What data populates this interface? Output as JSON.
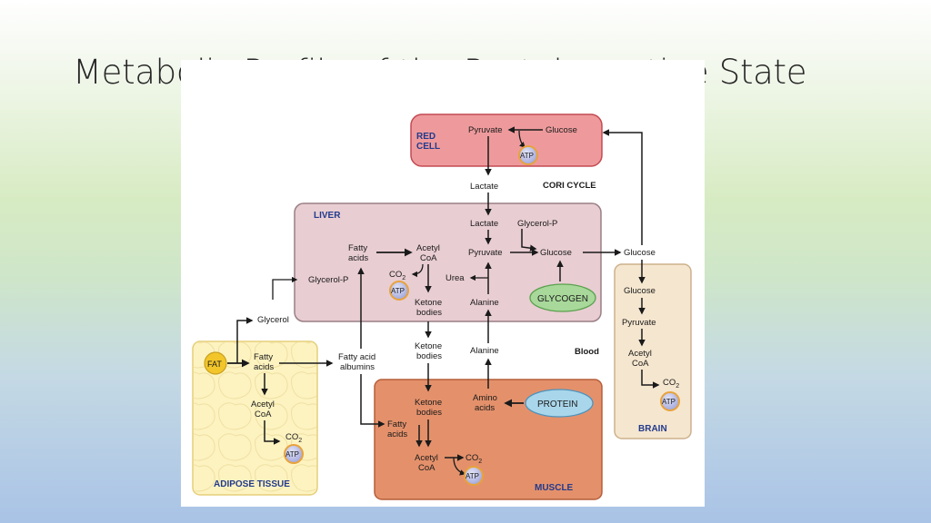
{
  "slide": {
    "title": "Metabolic Profile of the Postabsorptive State"
  },
  "regions": {
    "red_cell": {
      "title_line1": "RED",
      "title_line2": "CELL"
    },
    "liver": {
      "title": "LIVER"
    },
    "brain": {
      "title": "BRAIN"
    },
    "muscle": {
      "title": "MUSCLE"
    },
    "adipose": {
      "title": "ADIPOSE TISSUE"
    }
  },
  "labels": {
    "cori_cycle": "CORI CYCLE",
    "blood": "Blood",
    "pyruvate": "Pyruvate",
    "glucose": "Glucose",
    "lactate": "Lactate",
    "glycerol_p": "Glycerol-P",
    "glycerol": "Glycerol",
    "fatty": "Fatty",
    "acids": "acids",
    "acetyl": "Acetyl",
    "coa": "CoA",
    "co": "CO",
    "two": "2",
    "urea": "Urea",
    "ketone": "Ketone",
    "bodies": "bodies",
    "alanine": "Alanine",
    "glycogen": "GLYCOGEN",
    "fatty_acid": "Fatty acid",
    "albumins": "albumins",
    "amino": "Amino",
    "protein": "PROTEIN",
    "fat": "FAT",
    "atp": "ATP"
  },
  "colors": {
    "red_cell_fill": "#ee9a9c",
    "liver_fill": "#e8cdd2",
    "brain_fill": "#f5e6cf",
    "muscle_fill": "#e4916b",
    "adipose_fill": "#fdf3c1",
    "region_title": "#223a8c",
    "atp_fill": "#b9bde6",
    "atp_ring": "#e8a33b",
    "glycogen_fill": "#a8d89a",
    "protein_fill": "#a9d6ea",
    "fat_fill": "#f2c62a",
    "arrow": "#1a1a1a"
  }
}
